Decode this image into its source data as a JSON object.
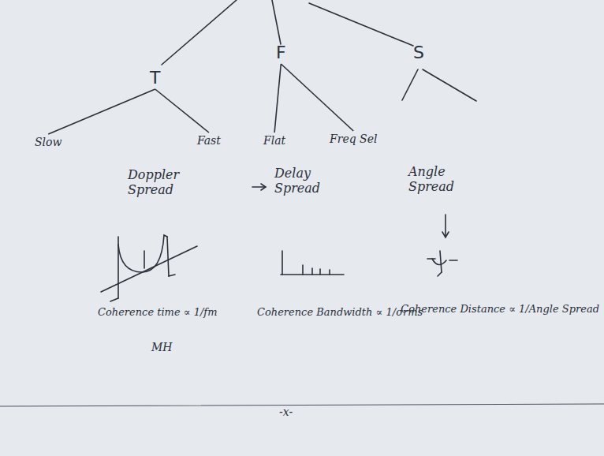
{
  "diagram": {
    "nodes": [
      {
        "text": [
          "T"
        ]
      },
      {
        "text": [
          "F"
        ]
      },
      {
        "text": [
          "S"
        ]
      },
      {
        "text": [
          "Slow"
        ]
      },
      {
        "text": [
          "Fast"
        ]
      },
      {
        "text": [
          "Flat"
        ]
      },
      {
        "text": [
          "Freq Sel"
        ]
      }
    ],
    "edges": [
      {
        "from": 0,
        "to": 3,
        "arrow": "none"
      },
      {
        "from": 0,
        "to": 4,
        "arrow": "none"
      },
      {
        "from": 1,
        "to": 5,
        "arrow": "none"
      },
      {
        "from": 1,
        "to": 6,
        "arrow": "none"
      }
    ],
    "labels": [
      "Doppler Spread",
      "Delay Spread",
      "Angle Spread",
      "Coherence time ∝ 1/fm",
      "Coherence Bandwidth ∝ 1/σrms",
      "Coherence Distance ∝ 1/Angle Spread",
      "MH",
      "-x-"
    ]
  }
}
